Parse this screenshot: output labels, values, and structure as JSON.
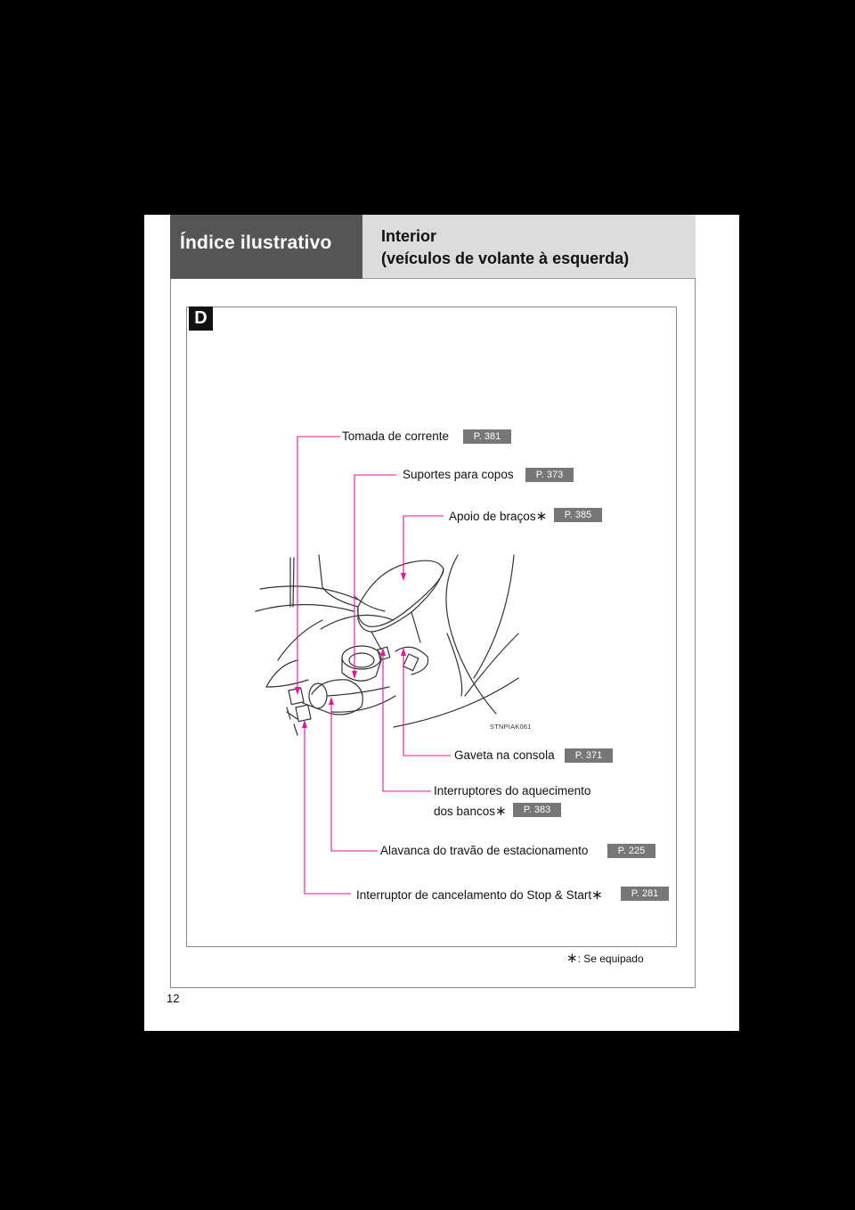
{
  "header": {
    "section": "Índice ilustrativo",
    "title_line1": "Interior",
    "title_line2": "(veículos de volante à esquerda)"
  },
  "panel_badge": "D",
  "illustration_code": "STNPIAK061",
  "callouts": [
    {
      "label": "Tomada de corrente",
      "page": "P. 381"
    },
    {
      "label": "Suportes para copos",
      "page": "P. 373"
    },
    {
      "label": "Apoio de braços",
      "asterisk": "∗",
      "page": "P. 385"
    },
    {
      "label": "Gaveta na consola",
      "page": "P. 371"
    },
    {
      "label_line1": "Interruptores do aquecimento",
      "label_line2": "dos bancos",
      "asterisk": "∗",
      "page": "P. 383"
    },
    {
      "label": "Alavanca do travão de estacionamento",
      "page": "P. 225"
    },
    {
      "label": "Interruptor de cancelamento do Stop & Start",
      "asterisk": "∗",
      "page": "P. 281"
    }
  ],
  "footnote": {
    "symbol": "∗",
    "text": ": Se equipado"
  },
  "page_number": "12",
  "colors": {
    "leader_line": "#e8129b",
    "header_dark": "#555555",
    "header_light": "#dcdcdc",
    "page_ref_bg": "#777777"
  }
}
